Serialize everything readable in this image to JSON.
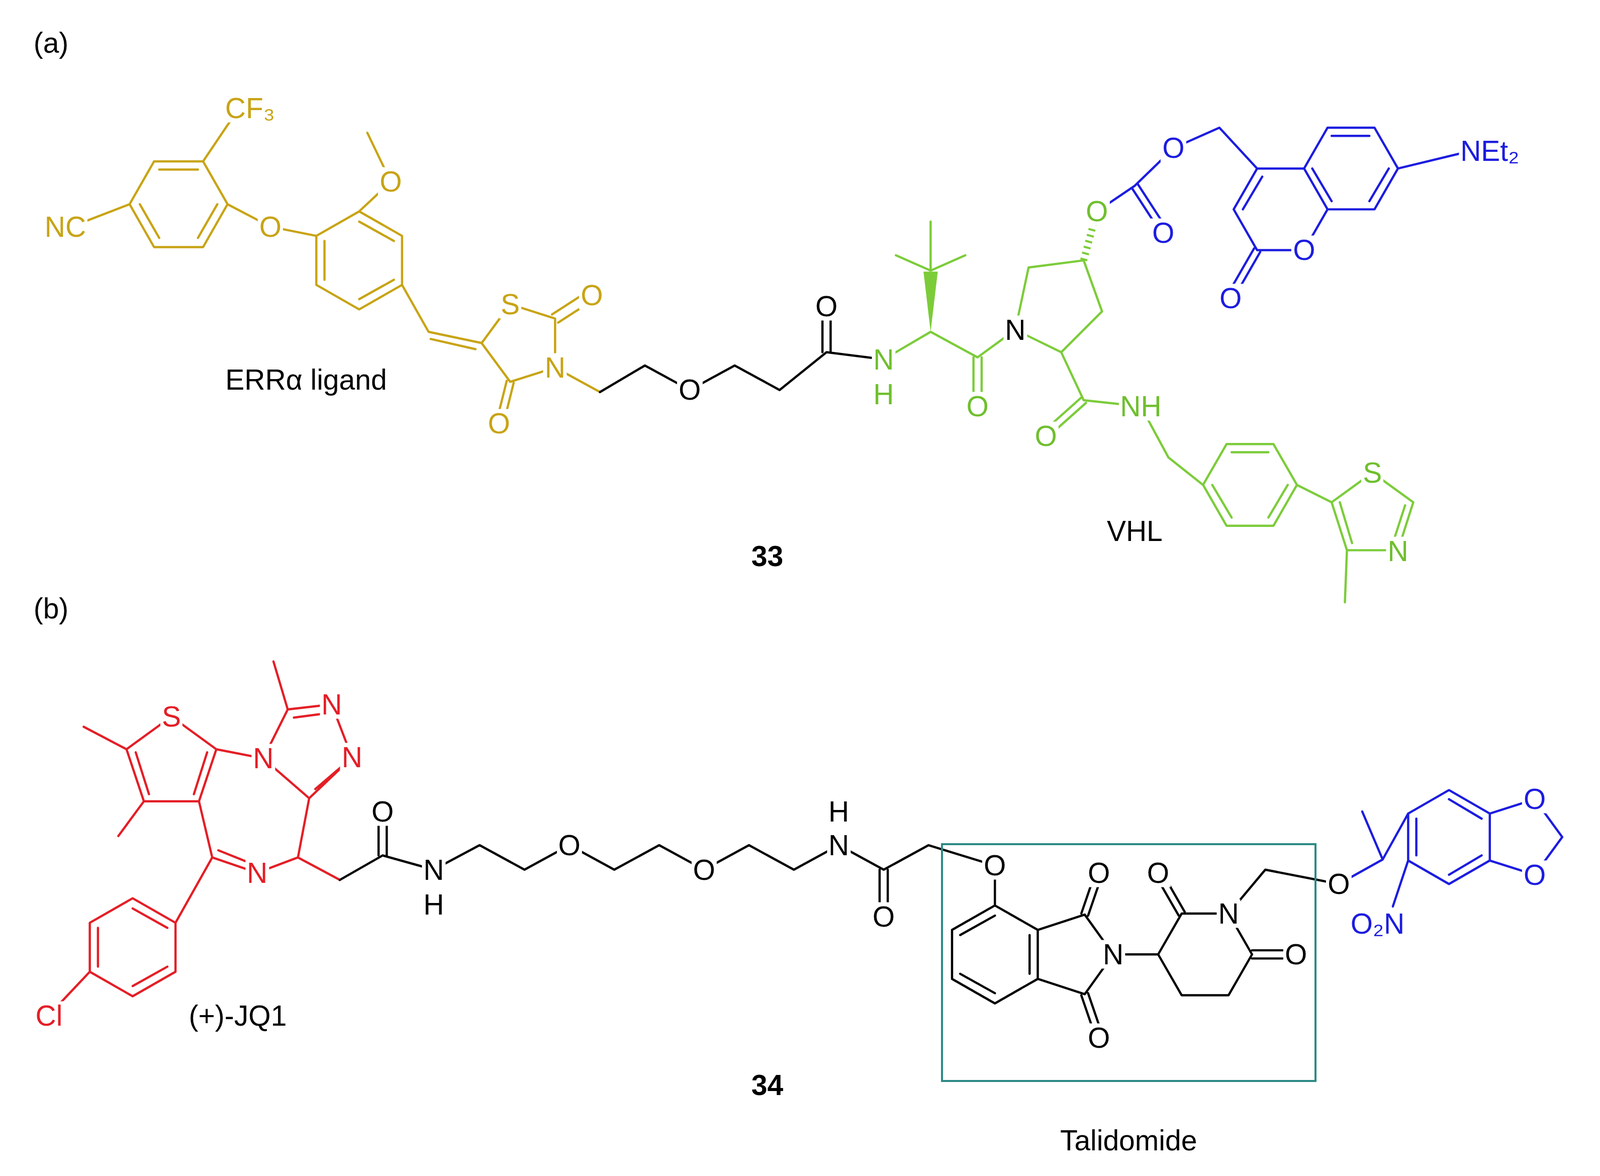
{
  "diagram": {
    "nodes": [
      {
        "text": [
          "Talidomide"
        ]
      }
    ],
    "labels": [
      "(a)",
      "CF₃",
      "O",
      "NEt₂",
      "O",
      "O",
      "NC",
      "O",
      "O",
      "O",
      "S",
      "O",
      "O",
      "O",
      "N",
      "N",
      "N",
      "H",
      "ERRα ligand",
      "O",
      "O",
      "O",
      "NH",
      "O",
      "S",
      "VHL",
      "N",
      "33",
      "(b)",
      "S",
      "N",
      "N",
      "N",
      "O",
      "O",
      "H",
      "N",
      "O",
      "O",
      "O",
      "O",
      "O",
      "N",
      "H",
      "N",
      "O",
      "O",
      "O",
      "N",
      "N",
      "O",
      "O₂N",
      "Cl",
      "(+)-JQ1",
      "O",
      "34"
    ]
  }
}
